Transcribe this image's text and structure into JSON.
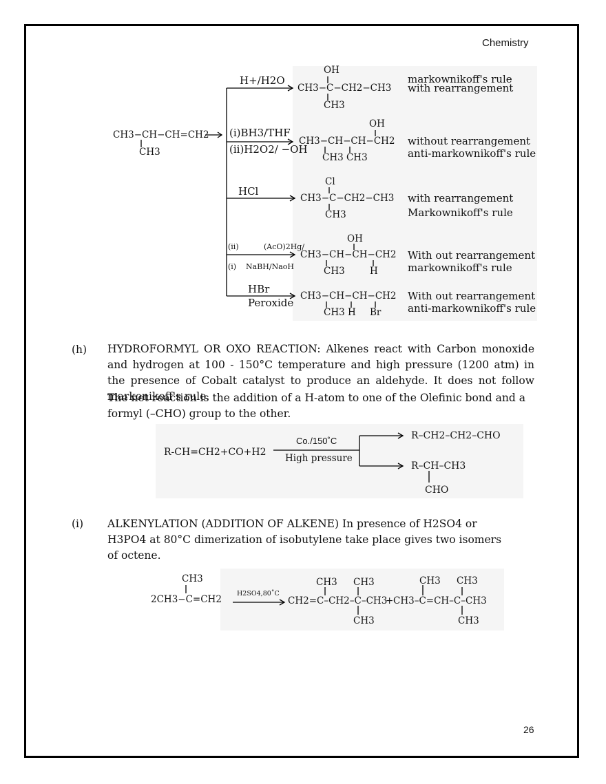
{
  "header": {
    "subject": "Chemistry"
  },
  "scheme1": {
    "reactant": {
      "main": "CH3−CH−CH=CH2",
      "branch": "CH3"
    },
    "branches": [
      {
        "reagent_top": "H+/H2O",
        "reagent_bottom": "",
        "product_main": "CH3−C−CH2−CH3",
        "product_top": "OH",
        "product_bottom": "CH3",
        "rule1": "markownikoff's rule",
        "rule2": "with rearrangement"
      },
      {
        "reagent_top": "(i)BH3/THF",
        "reagent_bottom": "(ii)H2O2/ −OH",
        "product_main": "CH3−CH−CH−CH2",
        "product_top": "OH",
        "product_bottom": "CH3 CH3",
        "rule1": "without rearrangement",
        "rule2": "anti-markownikoff's rule"
      },
      {
        "reagent_top": "HCl",
        "reagent_bottom": "",
        "product_main": "CH3−C−CH2−CH3",
        "product_top": "Cl",
        "product_bottom": "CH3",
        "rule1": "with rearrangement",
        "rule2": "Markownikoff's rule"
      },
      {
        "reagent_top_a": "(ii)",
        "reagent_top_b": "(AcO)2Hg/",
        "reagent_bottom_a": "(i)",
        "reagent_bottom_b": "NaBH/NaoH",
        "product_main": "CH3−CH−CH−CH2",
        "product_top": "OH",
        "product_bottom_a": "CH3",
        "product_bottom_b": "H",
        "rule1": "With out rearrangement",
        "rule2": "markownikoff's rule"
      },
      {
        "reagent_top": "HBr",
        "reagent_bottom": "Peroxide",
        "product_main": "CH3−CH−CH−CH2",
        "product_bottom_a": "CH3",
        "product_bottom_b": "H",
        "product_bottom_c": "Br",
        "rule1": "With out rearrangement",
        "rule2": "anti-markownikoff's rule"
      }
    ]
  },
  "section_h": {
    "letter": "(h)",
    "title": "HYDROFORMYL OR OXO REACTION:",
    "body": " Alkenes react with Carbon monoxide and hydrogen at 100 - 150°C temperature and high pressure (1200 atm) in the presence of Cobalt catalyst to produce an aldehyde. It does not follow markonikoff's rule.",
    "body2": "The net reaction is the addition of a H-atom to one of the Olefinic bond and a formyl (–CHO) group to the other.",
    "scheme": {
      "reactants": "R-CH=CH2+CO+H2",
      "cond_top": "Co./150˚C",
      "cond_bottom": "High pressure",
      "product1": "R–CH2–CH2–CHO",
      "product2": "R–CH–CH3",
      "product2_branch": "CHO"
    }
  },
  "section_i": {
    "letter": "(i)",
    "title": "ALKENYLATION (ADDITION OF ALKENE)",
    "body": " In presence of H2SO4 or H3PO4 at 80°C dimerization of isobutylene take place gives two isomers of octene.",
    "scheme": {
      "reactant": "2CH3−C=CH2",
      "reactant_top": "CH3",
      "condition": "H2SO4,80˚C",
      "product1": "CH2=C–CH2–C–CH3",
      "plus": "+",
      "product2": "CH3–C=CH–C–CH3",
      "top1": "CH3",
      "top2": "CH3",
      "top3": "CH3",
      "top4": "CH3",
      "bottom1": "CH3",
      "bottom2": "CH3"
    }
  },
  "footer": {
    "page_number": "26"
  }
}
